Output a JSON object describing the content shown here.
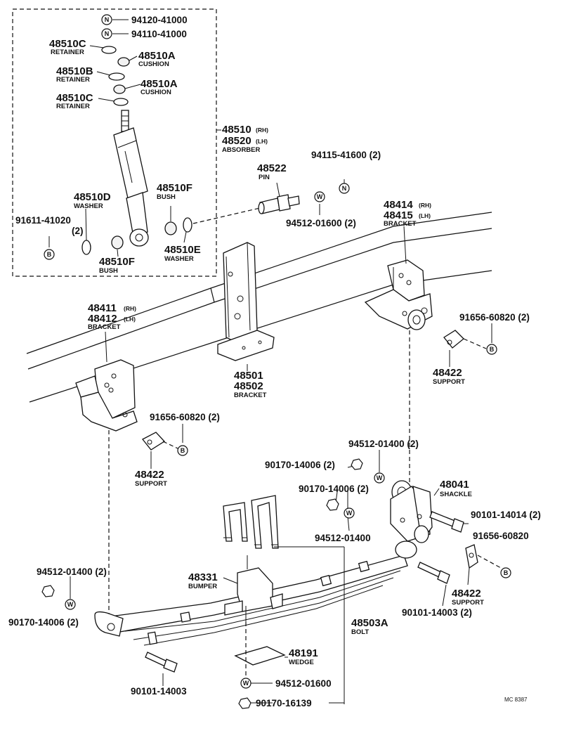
{
  "symbols": {
    "nut": "N",
    "washer": "W",
    "bolt": "B"
  },
  "parts": {
    "p94120": "94120-41000",
    "p94110": "94110-41000",
    "p48510C_a": "48510C",
    "retainer_a": "RETAINER",
    "p48510A_a": "48510A",
    "cushion_a": "CUSHION",
    "p48510B": "48510B",
    "retainer_b": "RETAINER",
    "p48510A_b": "48510A",
    "cushion_b": "CUSHION",
    "p48510C_b": "48510C",
    "retainer_c": "RETAINER",
    "p48510": "48510",
    "p48510_rh": "(RH)",
    "p48520": "48520",
    "p48520_lh": "(LH)",
    "absorber": "ABSORBER",
    "p48510D": "48510D",
    "washer_d": "WASHER",
    "p48510F_a": "48510F",
    "bush_a": "BUSH",
    "p91611": "91611-41020",
    "p91611_qty": "(2)",
    "p48510F_b": "48510F",
    "bush_b": "BUSH",
    "p48510E": "48510E",
    "washer_e": "WASHER",
    "p94115": "94115-41600 (2)",
    "p48522": "48522",
    "pin": "PIN",
    "p94512_top": "94512-01600 (2)",
    "p48414": "48414",
    "p48414_rh": "(RH)",
    "p48415": "48415",
    "p48415_lh": "(LH)",
    "bracket_r": "BRACKET",
    "p48411": "48411",
    "p48411_rh": "(RH)",
    "p48412": "48412",
    "p48412_lh": "(LH)",
    "bracket_l": "BRACKET",
    "p91656_r": "91656-60820 (2)",
    "p48422_r": "48422",
    "support_r": "SUPPORT",
    "p48501": "48501",
    "p48502": "48502",
    "bracket_c": "BRACKET",
    "p91656_l": "91656-60820 (2)",
    "p48422_l": "48422",
    "support_l": "SUPPORT",
    "p94512_m": "94512-01400 (2)",
    "p90170_m1": "90170-14006 (2)",
    "p48041": "48041",
    "shackle": "SHACKLE",
    "p90170_m2": "90170-14006 (2)",
    "p90101_14014": "90101-14014 (2)",
    "p94512_m2": "94512-01400",
    "p91656_s": "91656-60820",
    "p94512_l": "94512-01400 (2)",
    "p48331": "48331",
    "bumper": "BUMPER",
    "p48422_s": "48422",
    "support_s": "SUPPORT",
    "p90101_14003_r": "90101-14003 (2)",
    "p90170_l": "90170-14006 (2)",
    "p48503A": "48503A",
    "bolt": "BOLT",
    "p48191": "48191",
    "wedge": "WEDGE",
    "p94512_b": "94512-01600",
    "p90101_14003_b": "90101-14003",
    "p90170_16139": "90170-16139",
    "code": "MC 8387"
  }
}
